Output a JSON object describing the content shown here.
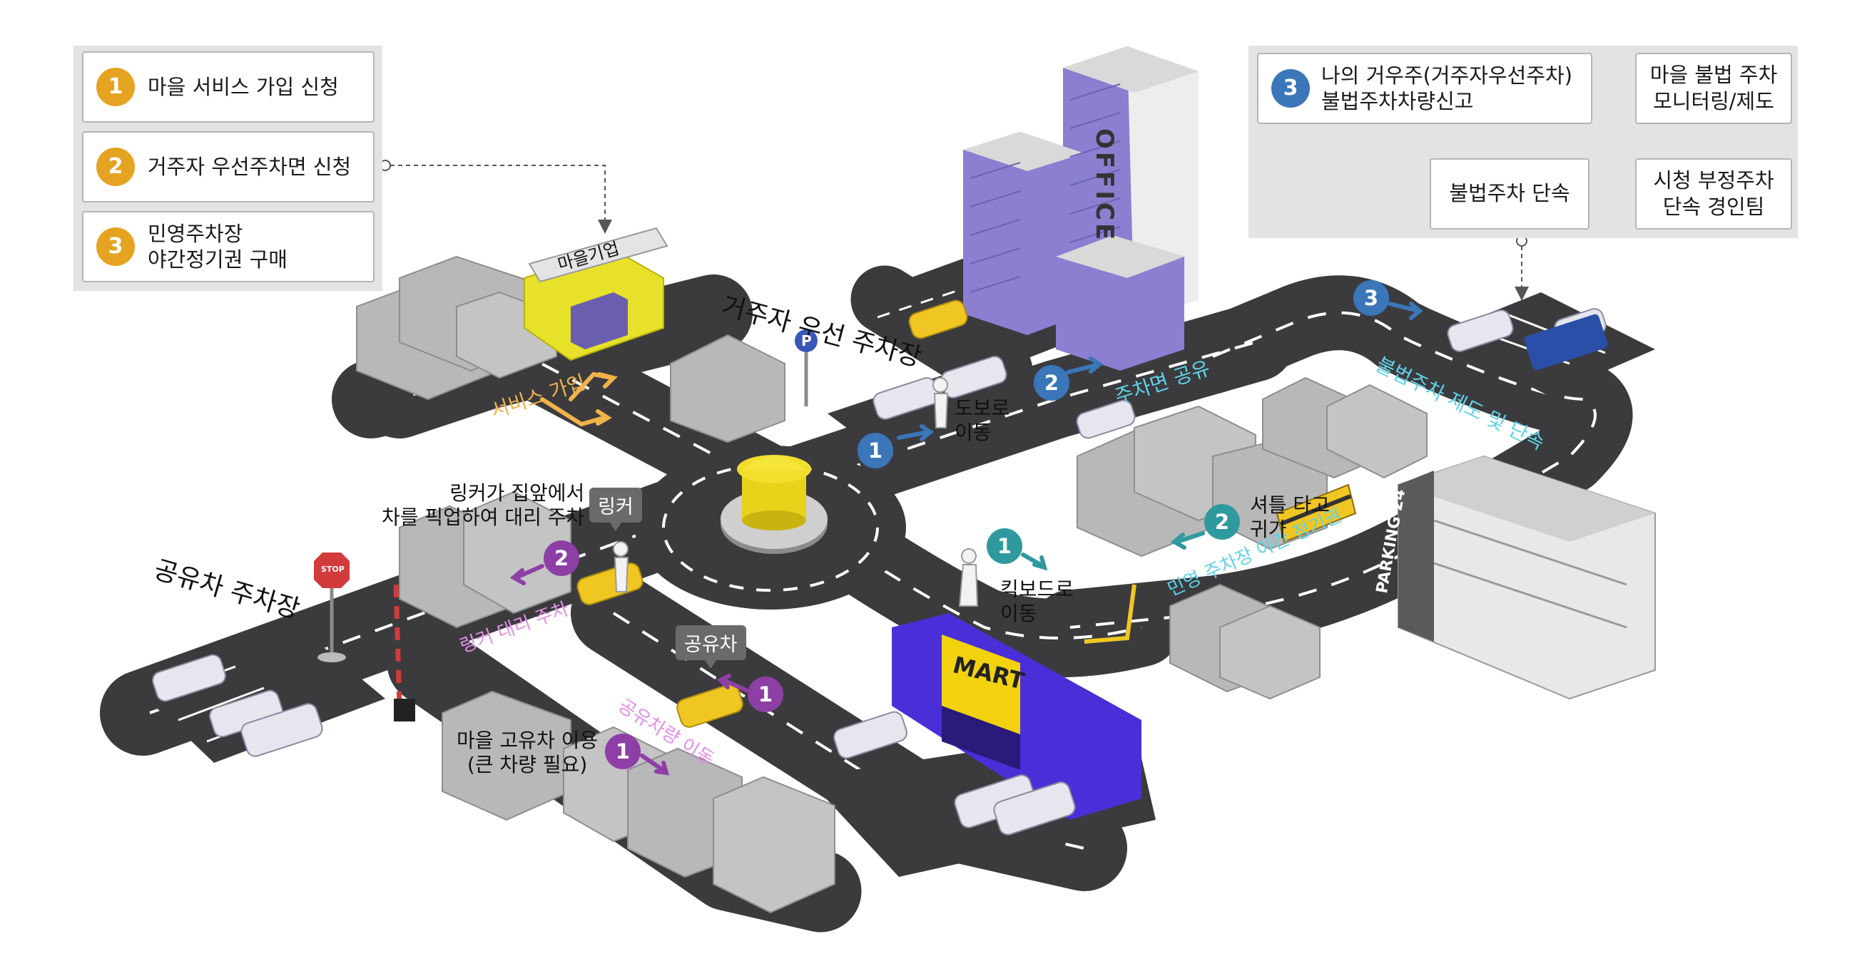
{
  "legend": {
    "items": [
      {
        "num": "1",
        "text": "마을 서비스 가입 신청"
      },
      {
        "num": "2",
        "text": "거주자 우선주차면 신청"
      },
      {
        "num": "3",
        "line1": "민영주차장",
        "line2": "야간정기권 구매"
      }
    ]
  },
  "flow": {
    "num": "3",
    "report_line1": "나의 거우주(거주자우선주차)",
    "report_line2": "불법주차차량신고",
    "monitor_line1": "마을 불법 주차",
    "monitor_line2": "모니터링/제도",
    "city_line1": "시청 부정주차",
    "city_line2": "단속 경인팀",
    "enforce": "불법주차 단속"
  },
  "map": {
    "village_company_sign": "마을기업",
    "resident_parking": "거주자 우선 주차장",
    "shared_car_parking": "공유차 주차장",
    "road_service_signup": "서비스 가입",
    "road_space_sharing": "주차면 공유",
    "road_illegal_parking": "불법주차 제도 및 단속",
    "road_private_pass": "민영 주차장 야간 정기권",
    "road_linker": "링커 대리 주차",
    "road_shared_move": "공유차량 이동",
    "walk_move_l1": "도보로",
    "walk_move_l2": "이동",
    "kick_move_l1": "킥보드로",
    "kick_move_l2": "이동",
    "shuttle_l1": "셔틀 타고",
    "shuttle_l2": "귀가",
    "linker_desc_l1": "링커가 집앞에서",
    "linker_desc_l2": "차를 픽업하여 대리 주차",
    "linker_bubble": "링커",
    "shared_bubble": "공유차",
    "own_car_l1": "마을 고유차 이용",
    "own_car_l2": "(큰 차량 필요)",
    "office": "OFFICE",
    "mart": "MART",
    "parking24": "PARKING 24",
    "stop_sign": "STOP",
    "parking_p": "P",
    "badges": {
      "one": "1",
      "two": "2",
      "three": "3"
    }
  },
  "colors": {
    "orange": "#e5a322",
    "blue": "#3a76b8",
    "purple": "#8e3fa6",
    "teal": "#2f9a9e",
    "road": "#3b3b3e",
    "office_purple": "#8a7fd0",
    "mart_blue": "#4a2fd8",
    "mart_yellow": "#f2d20e",
    "company_yellow": "#e7e12a"
  }
}
